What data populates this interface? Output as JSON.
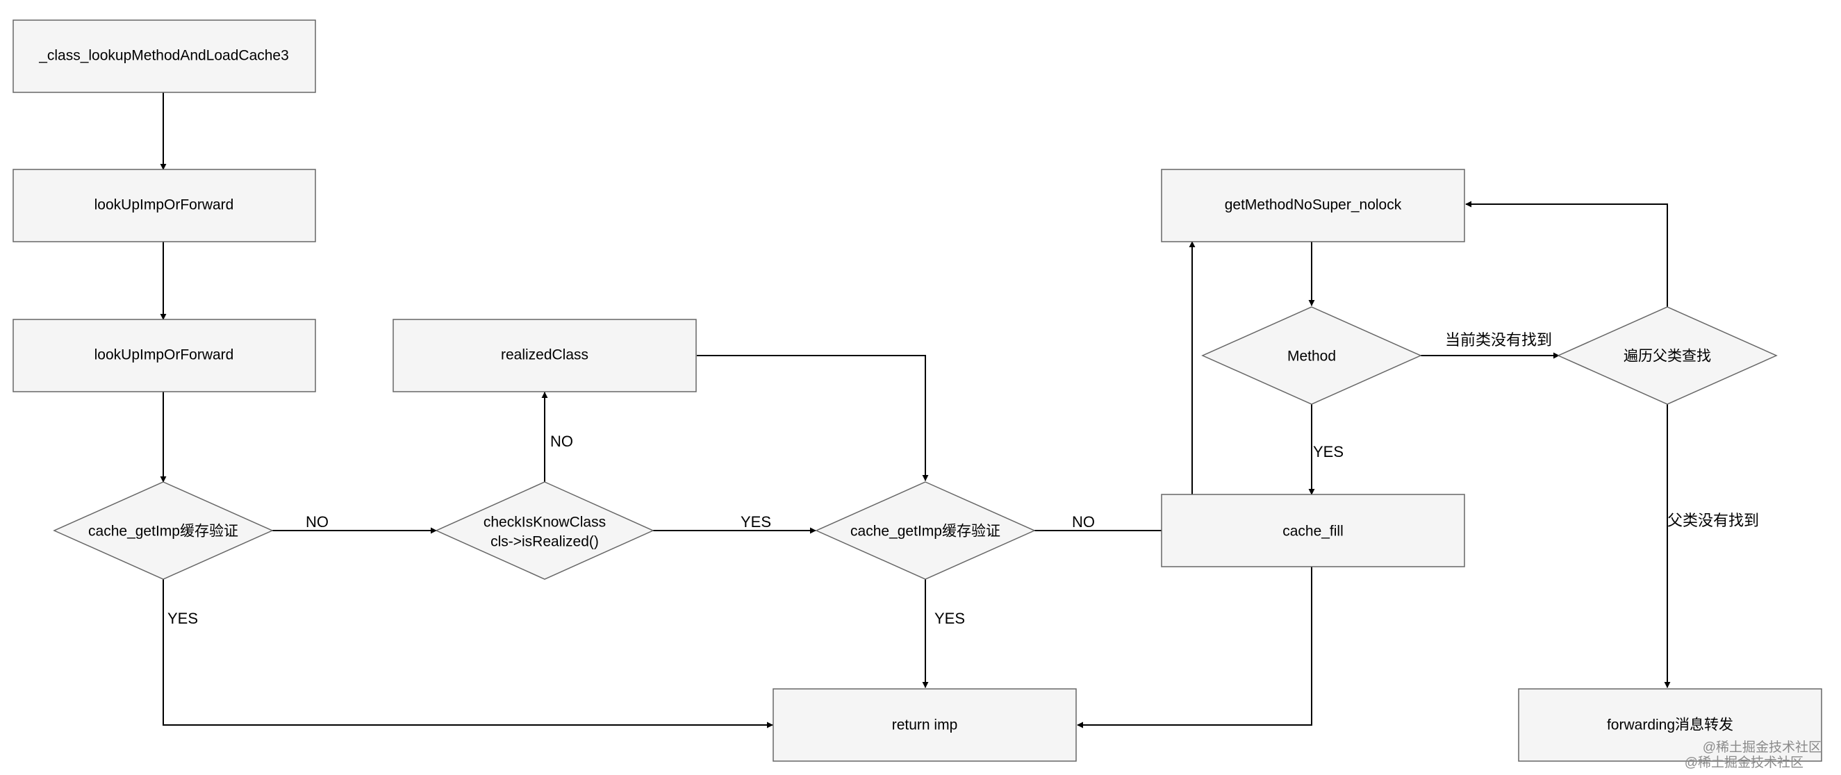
{
  "nodes": {
    "n1": "_class_lookupMethodAndLoadCache3",
    "n2": "lookUpImpOrForward",
    "n3": "lookUpImpOrForward",
    "d1": "cache_getImp缓存验证",
    "realized": "realizedClass",
    "check_line1": "checkIsKnowClass",
    "check_line2": "cls->isRealized()",
    "d3": "cache_getImp缓存验证",
    "ret": "return imp",
    "getmethod": "getMethodNoSuper_nolock",
    "method": "Method",
    "cachefill": "cache_fill",
    "superloop": "遍历父类查找",
    "forwarding": "forwarding消息转发"
  },
  "edges": {
    "d1_no": "NO",
    "d1_yes": "YES",
    "check_no": "NO",
    "check_yes": "YES",
    "d3_no": "NO",
    "d3_yes": "YES",
    "method_yes": "YES",
    "method_notfound": "当前类没有找到",
    "super_notfound": "父类没有找到"
  },
  "watermark": {
    "line1": "@稀土掘金技术社区",
    "line2": "@稀土掘金技术社区"
  }
}
